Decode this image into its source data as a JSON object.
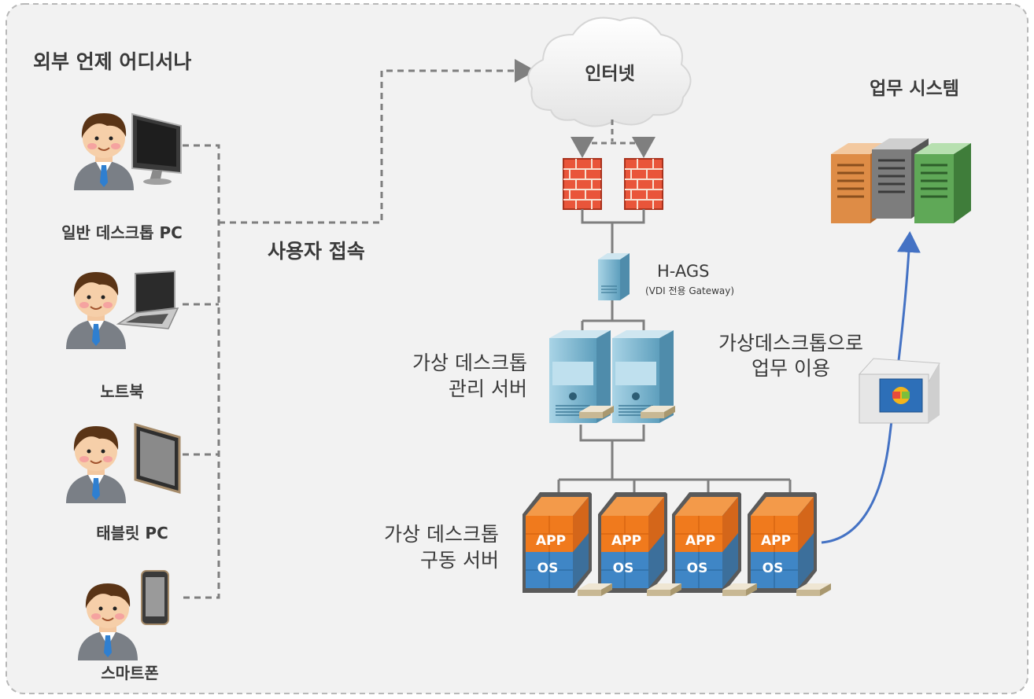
{
  "region_title": "외부 언제 어디서나",
  "devices": [
    {
      "label": "일반 데스크톱 PC",
      "icon": "desktop-monitor-icon"
    },
    {
      "label": "노트북",
      "icon": "laptop-icon"
    },
    {
      "label": "태블릿 PC",
      "icon": "tablet-icon"
    },
    {
      "label": "스마트폰",
      "icon": "smartphone-icon"
    }
  ],
  "user_access_label": "사용자 접속",
  "internet_label": "인터넷",
  "firewall_icon": "firewall-brick-icon",
  "gateway": {
    "name": "H-AGS",
    "desc": "(VDI 전용 Gateway)",
    "icon": "gateway-server-icon"
  },
  "mgmt_server": {
    "line1": "가상 데스크톱",
    "line2": "관리 서버",
    "icon": "tower-server-icon"
  },
  "run_server": {
    "line1": "가상 데스크톱",
    "line2": "구동 서버",
    "app_label": "APP",
    "os_label": "OS",
    "icon": "virtual-machine-cube-icon"
  },
  "business_system": {
    "label": "업무 시스템",
    "icon": "rack-server-icon"
  },
  "usage": {
    "line1": "가상데스크톱으로",
    "line2": "업무 이용",
    "icon": "virtual-desktop-window-icon"
  },
  "colors": {
    "background": "#f2f2f2",
    "border": "#b8b8b8",
    "connector": "#7f7f7f",
    "link_blue": "#4472c4",
    "brick": "#e9553a",
    "app_orange": "#f07a1d",
    "os_blue": "#3f86c6",
    "server_teal": "#8fc1d8"
  }
}
